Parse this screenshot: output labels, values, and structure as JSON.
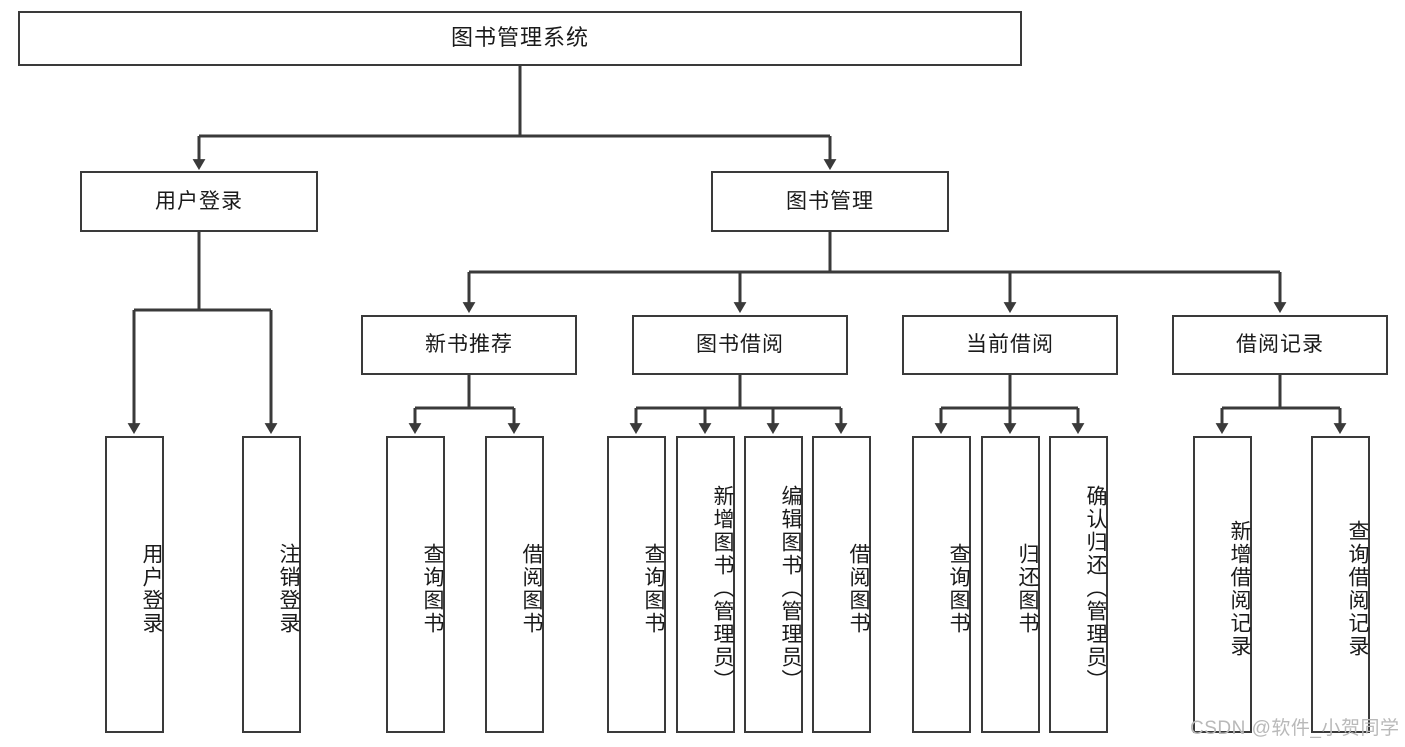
{
  "diagram": {
    "title": "图书管理系统",
    "watermark": "CSDN @软件_小贺同学",
    "line_color": "#3a3a3a",
    "box_fill": "#ffffff",
    "text_color": "#1a1a1a",
    "watermark_color": "#b9b9b9",
    "type": "tree",
    "levels": 4,
    "root": {
      "label": "图书管理系统",
      "children": [
        {
          "label": "用户登录",
          "children": [
            {
              "label": "用户登录"
            },
            {
              "label": "注销登录"
            }
          ]
        },
        {
          "label": "图书管理",
          "children": [
            {
              "label": "新书推荐",
              "children": [
                {
                  "label": "查询图书"
                },
                {
                  "label": "借阅图书"
                }
              ]
            },
            {
              "label": "图书借阅",
              "children": [
                {
                  "label": "查询图书"
                },
                {
                  "label": "新增图书（管理员）"
                },
                {
                  "label": "编辑图书（管理员）"
                },
                {
                  "label": "借阅图书"
                }
              ]
            },
            {
              "label": "当前借阅",
              "children": [
                {
                  "label": "查询图书"
                },
                {
                  "label": "归还图书"
                },
                {
                  "label": "确认归还（管理员）"
                }
              ]
            },
            {
              "label": "借阅记录",
              "children": [
                {
                  "label": "新增借阅记录"
                },
                {
                  "label": "查询借阅记录"
                }
              ]
            }
          ]
        }
      ]
    },
    "nodes": {
      "root": "图书管理系统",
      "user_login": "用户登录",
      "book_manage": "图书管理",
      "new_book_rec": "新书推荐",
      "book_borrow": "图书借阅",
      "current_borrow": "当前借阅",
      "borrow_record": "借阅记录",
      "leaf_user_login": "用户登录",
      "leaf_logout": "注销登录",
      "leaf_query_book_1": "查询图书",
      "leaf_borrow_book_1": "借阅图书",
      "leaf_query_book_2": "查询图书",
      "leaf_add_book_admin": "新增图书（管理员）",
      "leaf_edit_book_admin": "编辑图书（管理员）",
      "leaf_borrow_book_2": "借阅图书",
      "leaf_query_book_3": "查询图书",
      "leaf_return_book": "归还图书",
      "leaf_confirm_return_admin": "确认归还（管理员）",
      "leaf_add_record": "新增借阅记录",
      "leaf_query_record": "查询借阅记录"
    }
  }
}
